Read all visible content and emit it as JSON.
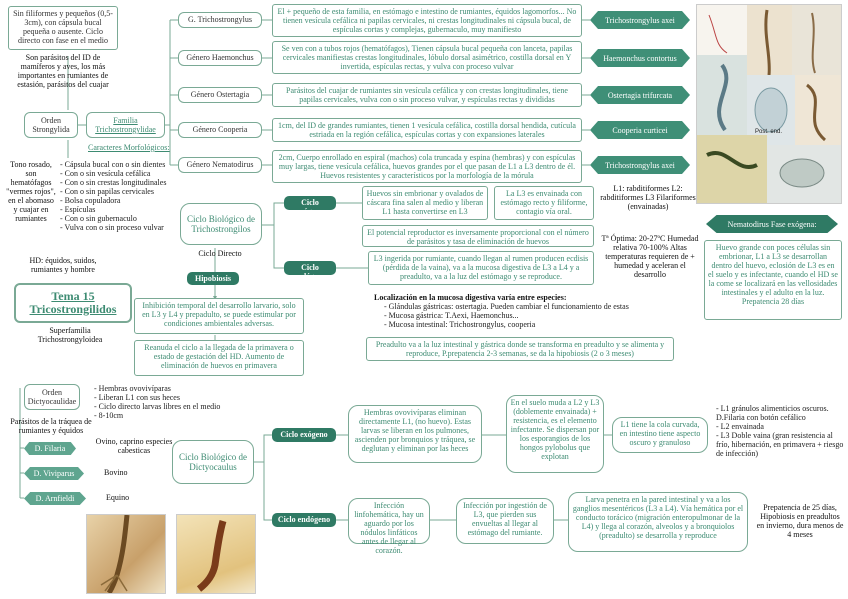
{
  "left": {
    "lateral_text": "Sin filiformes y pequeños (0,5-3cm), con cápsula bucal pequeña o ausente. Ciclo directo con fase en el medio",
    "pathogenic_text": "Son parásitos del ID de mamíferos y aves, los más importantes en rumiantes de estasión, parásitos del cuajar",
    "orden_strongylida": "Orden Strongylida",
    "familia_label": "Familia Trichostrongylidae",
    "caracteres_label": "Caracteres Morfológicos:",
    "color_text": "Tono rosado, son hematófagos \"vermes rojos\", en el abomaso y cuajar en rumiantes",
    "morph_items": [
      "- Cápsula bucal con o sin dientes",
      "- Con o sin vesícula cefálica",
      "- Con o sin crestas longitudinales",
      "- Con o sin papilas cervicales",
      "- Bolsa copuladora",
      "- Espículas",
      "- Con o sin gubernaculo",
      "- Vulva con o sin proceso vulvar"
    ],
    "hd_text": "HD: équidos, suidos, rumiantes y hombre",
    "tema_title": "Tema 15 Tricostrongilidos",
    "superfamilia": "Superfamilia Trichostrongyloidea",
    "orden_dicty": "Orden Dictyocaulidae",
    "dicty_items": [
      "- Hembras ovovivíparas",
      "- Liberan L1 con sus heces",
      "- Ciclo directo larvas libres en el medio",
      "- 8-10cm"
    ],
    "parasitos_label": "Parásitos de la tráquea de rumiantes y équidos",
    "species": [
      {
        "name": "D. Filaria",
        "host": "Ovino, caprino especies cabesticas"
      },
      {
        "name": "D. Viviparus",
        "host": "Bovino"
      },
      {
        "name": "D. Arnfieldi",
        "host": "Equino"
      }
    ]
  },
  "genera": [
    {
      "name": "G. Trichostrongylus",
      "desc": "El + pequeño de esta familia, en estómago e intestino de rumiantes, équidos lagomorfos... No tienen vesícula cefálica ni papilas cervicales, ni crestas longitudinales ni cápsula bucal, de espículas cortas y complejas, gubernaculo, muy manifiesto",
      "species": "Trichostrongylus axei"
    },
    {
      "name": "Género Haemonchus",
      "desc": "Se ven con a tubos rojos (hematófagos), Tienen cápsula bucal pequeña con lanceta, papilas cervicales manifiestas crestas longitudinales, lóbulo dorsal asimétrico, costilla dorsal en Y invertida, espículas rectas, y vulva con proceso vulvar",
      "species": "Haemonchus contortus"
    },
    {
      "name": "Género Ostertagia",
      "desc": "Parásitos del cuajar de rumiantes sin vesícula cefálica y con crestas longitudinales, tiene papilas cervicales, vulva con o sin proceso vulvar, y espículas rectas y divididas",
      "species": "Ostertagia trifurcata"
    },
    {
      "name": "Género Cooperia",
      "desc": "1cm, del ID de grandes rumiantes, tienen 1 vesícula cefálica, costilla dorsal hendida, cutícula estriada en la región cefálica, espículas cortas y con expansiones laterales",
      "species": "Cooperia curticei"
    },
    {
      "name": "Género Nematodirus",
      "desc": "2cm, Cuerpo enrollado en espiral (machos) cola truncada y espina (hembras) y con espículas muy largas, tiene vesícula cefálica, huevos grandes por el que pasan de L1 a L3 dentro de él. Huevos resistentes y característicos por la morfología de la mórula",
      "species": "Trichostrongylus axei"
    }
  ],
  "nematodirus_fase": {
    "title": "Nematodirus Fase exógena:",
    "text": "Huevo grande con poces células sin embrionar, L1 a L3 se desarrollan dentro del huevo, eclosión de L3 es en el suelo y es infectante, cuando el HD se la come se localizará en las vellosidades intestinales y el adulto en la luz. Prepatencia 28 días"
  },
  "ciclo_trich": {
    "title": "Ciclo Biológico de Trichostrongilos",
    "directo": "Ciclo Directo",
    "hipobiosis": "Hipobiosis",
    "hipo_text": "Inhibición temporal del desarrollo larvario, solo en L3 y L4 y prepadulto, se puede estimular por condiciones ambientales adversas.",
    "reanuda_text": "Reanuda el ciclo a la llegada de la primavera o estado de gestación del HD. Aumento de eliminación de huevos en primavera",
    "exogeno_label": "Ciclo exógeno",
    "exo_huevos": "Huevos sin embrionar y ovalados de cáscara fina salen al medio y liberan L1 hasta convertirse en L3",
    "exo_l3": "La L3 es envainada con estómago recto y filiforme, contagio vía oral.",
    "exo_larvas": "L1: rabditiformes L2: rabditiformes L3 Filariformes (envainadas)",
    "potencial": "El potencial reproductor es inversamente proporcional con el número de parásitos y tasa de eliminación de huevos",
    "temp": "Tª Óptima: 20-27ºC Humedad relativa 70-100% Altas temperaturas requieren de + humedad y aceleran el desarrollo",
    "endogeno_label": "Ciclo endógeno",
    "endo_l3": "L3 ingerida por rumiante, cuando llegan al rumen producen ecdisis (pérdida de la vaina), va a la mucosa digestiva de L3 a L4 y a preadulto, va a la luz del estómago y se reproduce.",
    "localizacion_title": "Localización en la mucosa digestiva varía entre especies:",
    "localizacion_items": [
      "- Glándulas gástricas: ostertagia. Pueden cambiar el funcionamiento de estas",
      "- Mucosa gástrica: T.Aexi, Haemonchus...",
      "- Mucosa intestinal: Trichostrongylus, cooperia"
    ],
    "preadulto": "Preadulto va a la luz intestinal y gástrica donde se transforma en preadulto y se alimenta y reproduce, P.prepatencia 2-3 semanas, se da la hipobiosis (2 o 3 meses)"
  },
  "ciclo_dicty": {
    "title": "Ciclo Biológico de Dictyocaulus",
    "exogeno_label": "Ciclo exógeno",
    "exo_hembras": "Hembras ovovivíparas eliminan directamente L1, (no huevo). Estas larvas se liberan en los pulmones, ascienden por bronquios y tráquea, se deglutan y eliminan por las heces",
    "exo_suelo": "En el suelo muda a L2 y L3 (doblemente envainada) + resistencia, es el elemento infectante. Se dispersan por los esporangios de los hongos pylobolus que explotan",
    "exo_cola": "L1 tiene la cola curvada, en intestino tiene aspecto oscuro y granuloso",
    "exo_list": [
      "- L1 gránulos alimenticios oscuros. D.Filaria con botón cefálico",
      "- L2 envainada",
      "- L3 Doble vaina (gran resistencia al frío, hibernación, en primavera + riesgo de infección)"
    ],
    "endogeno_label": "Ciclo endógeno",
    "endo_inf": "Infección linfohemática, hay un aguardo por los nódulos linfáticos antes de llegar al corazón.",
    "endo_ing": "Infección por ingestión de L3, que pierden sus envueltas al llegar al estómago del rumiante.",
    "endo_larva": "Larva penetra en la pared intestinal y va a los ganglios mesentéricos (L3 a L4). Vía hemática por el conducto torácico (migración enteropulmonar de la L4) y llega al corazón, alveolos y a bronquiolos (preadulto) se desarrolla y reproduce",
    "prepatencia": "Prepatencia de 25 días, Hipobiosis en preadultos en invierno, dura menos de 4 meses"
  },
  "photo_labels": {
    "p1": "Post. end."
  }
}
